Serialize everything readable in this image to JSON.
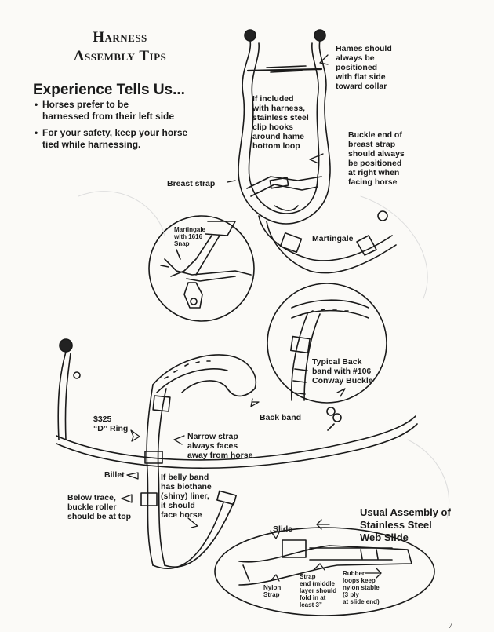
{
  "title": {
    "line1": "Harness",
    "line2": "Assembly Tips"
  },
  "intro": {
    "heading": "Experience Tells Us...",
    "bullets": [
      "Horses prefer to be\nharnessed from their left side",
      "For your safety, keep your horse\ntied while harnessing."
    ]
  },
  "labels": {
    "hames": "Hames should\nalways be\npositioned\nwith flat side\ntoward collar",
    "clip": "If included\nwith harness,\nstainless steel\nclip hooks\naround hame\nbottom loop",
    "buckle_end": "Buckle end of\nbreast strap\nshould always\nbe positioned\nat right when\nfacing horse",
    "breast_strap": "Breast strap",
    "martingale_snap": "Martingale\nwith 1616\nSnap",
    "martingale": "Martingale",
    "back_band_typ": "Typical Back\nband with #106\nConway Buckle",
    "back_band": "Back band",
    "d_ring": "$325\n“D” Ring",
    "narrow": "Narrow strap\nalways faces\naway from horse",
    "billet": "Billet",
    "belly_band": "If belly band\nhas biothane\n(shiny) liner,\nit should\nface horse",
    "trace": "Below trace,\nbuckle roller\nshould be at top",
    "slide": "Slide",
    "nylon": "Nylon\nStrap",
    "strap_end": "Strap\nend (middle\nlayer should\nfold in at\nleast 3”",
    "rubber": "Rubber\nloops keep\nnylon stable\n(3 ply\nat slide end)"
  },
  "web_slide": {
    "heading": "Usual Assembly of\nStainless Steel\nWeb Slide"
  },
  "page_number": "7"
}
